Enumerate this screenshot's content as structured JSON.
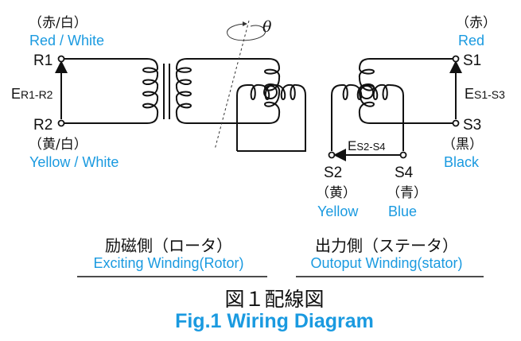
{
  "rotor_side": {
    "r1": {
      "terminal": "R1",
      "color_jp": "（赤/白）",
      "color_en": "Red / White"
    },
    "r2": {
      "terminal": "R2",
      "color_jp": "（黄/白）",
      "color_en": "Yellow / White"
    },
    "voltage_main": "E",
    "voltage_sub": "R1-R2",
    "heading_jp": "励磁側（ロータ）",
    "heading_en": "Exciting Winding(Rotor)"
  },
  "rotation": {
    "symbol": "θ"
  },
  "stator_side": {
    "s1": {
      "terminal": "S1",
      "color_jp": "（赤）",
      "color_en": "Red"
    },
    "s3": {
      "terminal": "S3",
      "color_jp": "（黒）",
      "color_en": "Black"
    },
    "s2": {
      "terminal": "S2",
      "color_jp": "（黄）",
      "color_en": "Yellow"
    },
    "s4": {
      "terminal": "S4",
      "color_jp": "（青）",
      "color_en": "Blue"
    },
    "voltage13_main": "E",
    "voltage13_sub": "S1-S3",
    "voltage24_main": "E",
    "voltage24_sub": "S2-S4",
    "heading_jp": "出力側（ステータ）",
    "heading_en": "Outoput Winding(stator)"
  },
  "caption": {
    "jp": "図１配線図",
    "en": "Fig.1 Wiring Diagram"
  },
  "colors": {
    "accent": "#1a9ae0",
    "line": "#111111"
  }
}
